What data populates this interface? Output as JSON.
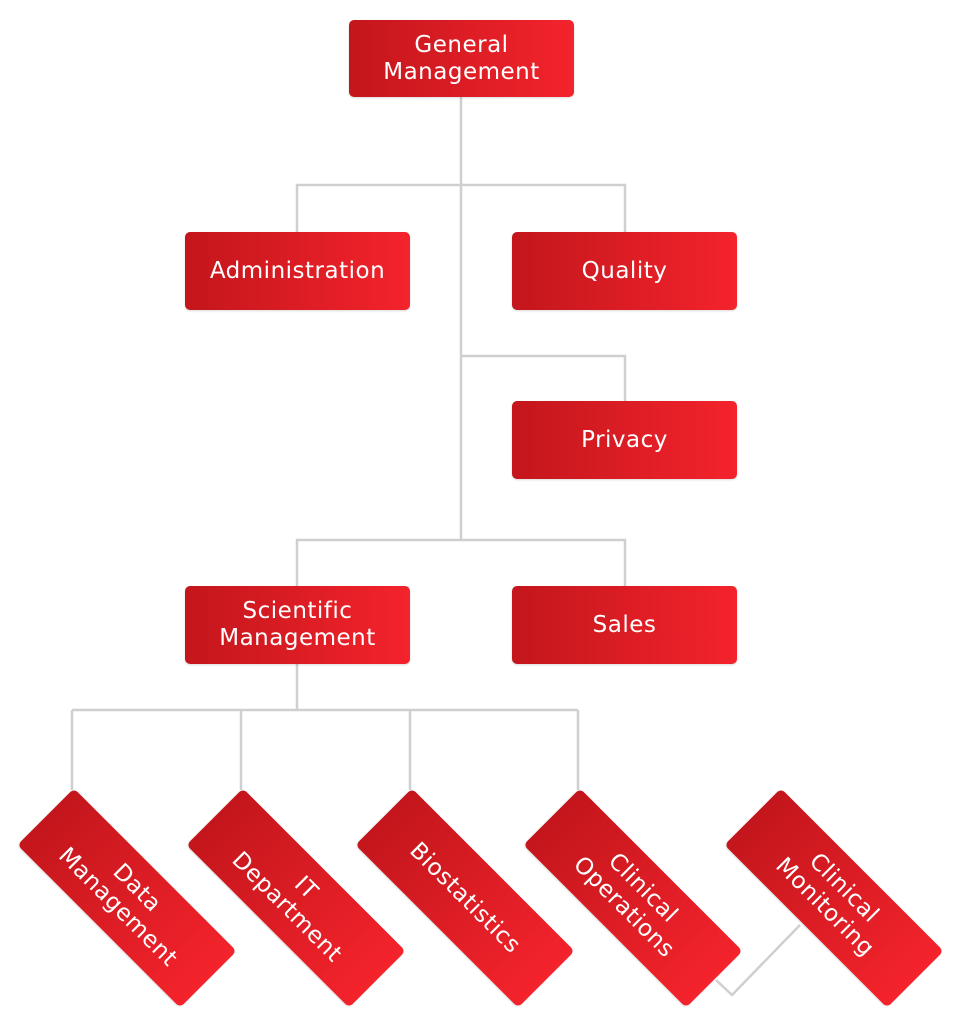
{
  "colors": {
    "node_gradient_start": "#c3161c",
    "node_gradient_end": "#f4232c",
    "connector": "#cfcfcf",
    "text": "#ffffff"
  },
  "nodes": {
    "general_management": "General\nManagement",
    "administration": "Administration",
    "quality": "Quality",
    "privacy": "Privacy",
    "scientific_management": "Scientific\nManagement",
    "sales": "Sales",
    "data_management": "Data\nManagement",
    "it_department": "IT\nDepartment",
    "biostatistics": "Biostatistics",
    "clinical_operations": "Clinical\nOperations",
    "clinical_monitoring": "Clinical\nMonitoring"
  }
}
